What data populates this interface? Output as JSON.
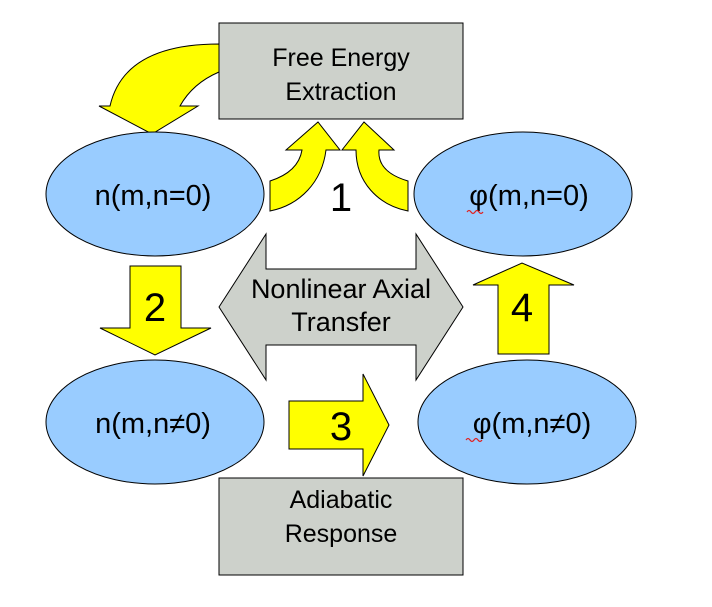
{
  "boxes": {
    "top_line1": "Free Energy",
    "top_line2": "Extraction",
    "bottom_line1": "Adiabatic",
    "bottom_line2": "Response"
  },
  "ovals": {
    "top_left": "n(m,n=0)",
    "top_right": "φ(m,n=0)",
    "bottom_left": "n(m,n≠0)",
    "bottom_right": "φ(m,n≠0)"
  },
  "steps": {
    "one": "1",
    "two": "2",
    "three": "3",
    "four": "4"
  },
  "center": {
    "line1": "Nonlinear Axial",
    "line2": "Transfer"
  },
  "colors": {
    "box_fill": "#cdd1cb",
    "oval_fill": "#99ccff",
    "arrow_fill": "#ffff00",
    "center_fill": "#cdd1cb"
  }
}
